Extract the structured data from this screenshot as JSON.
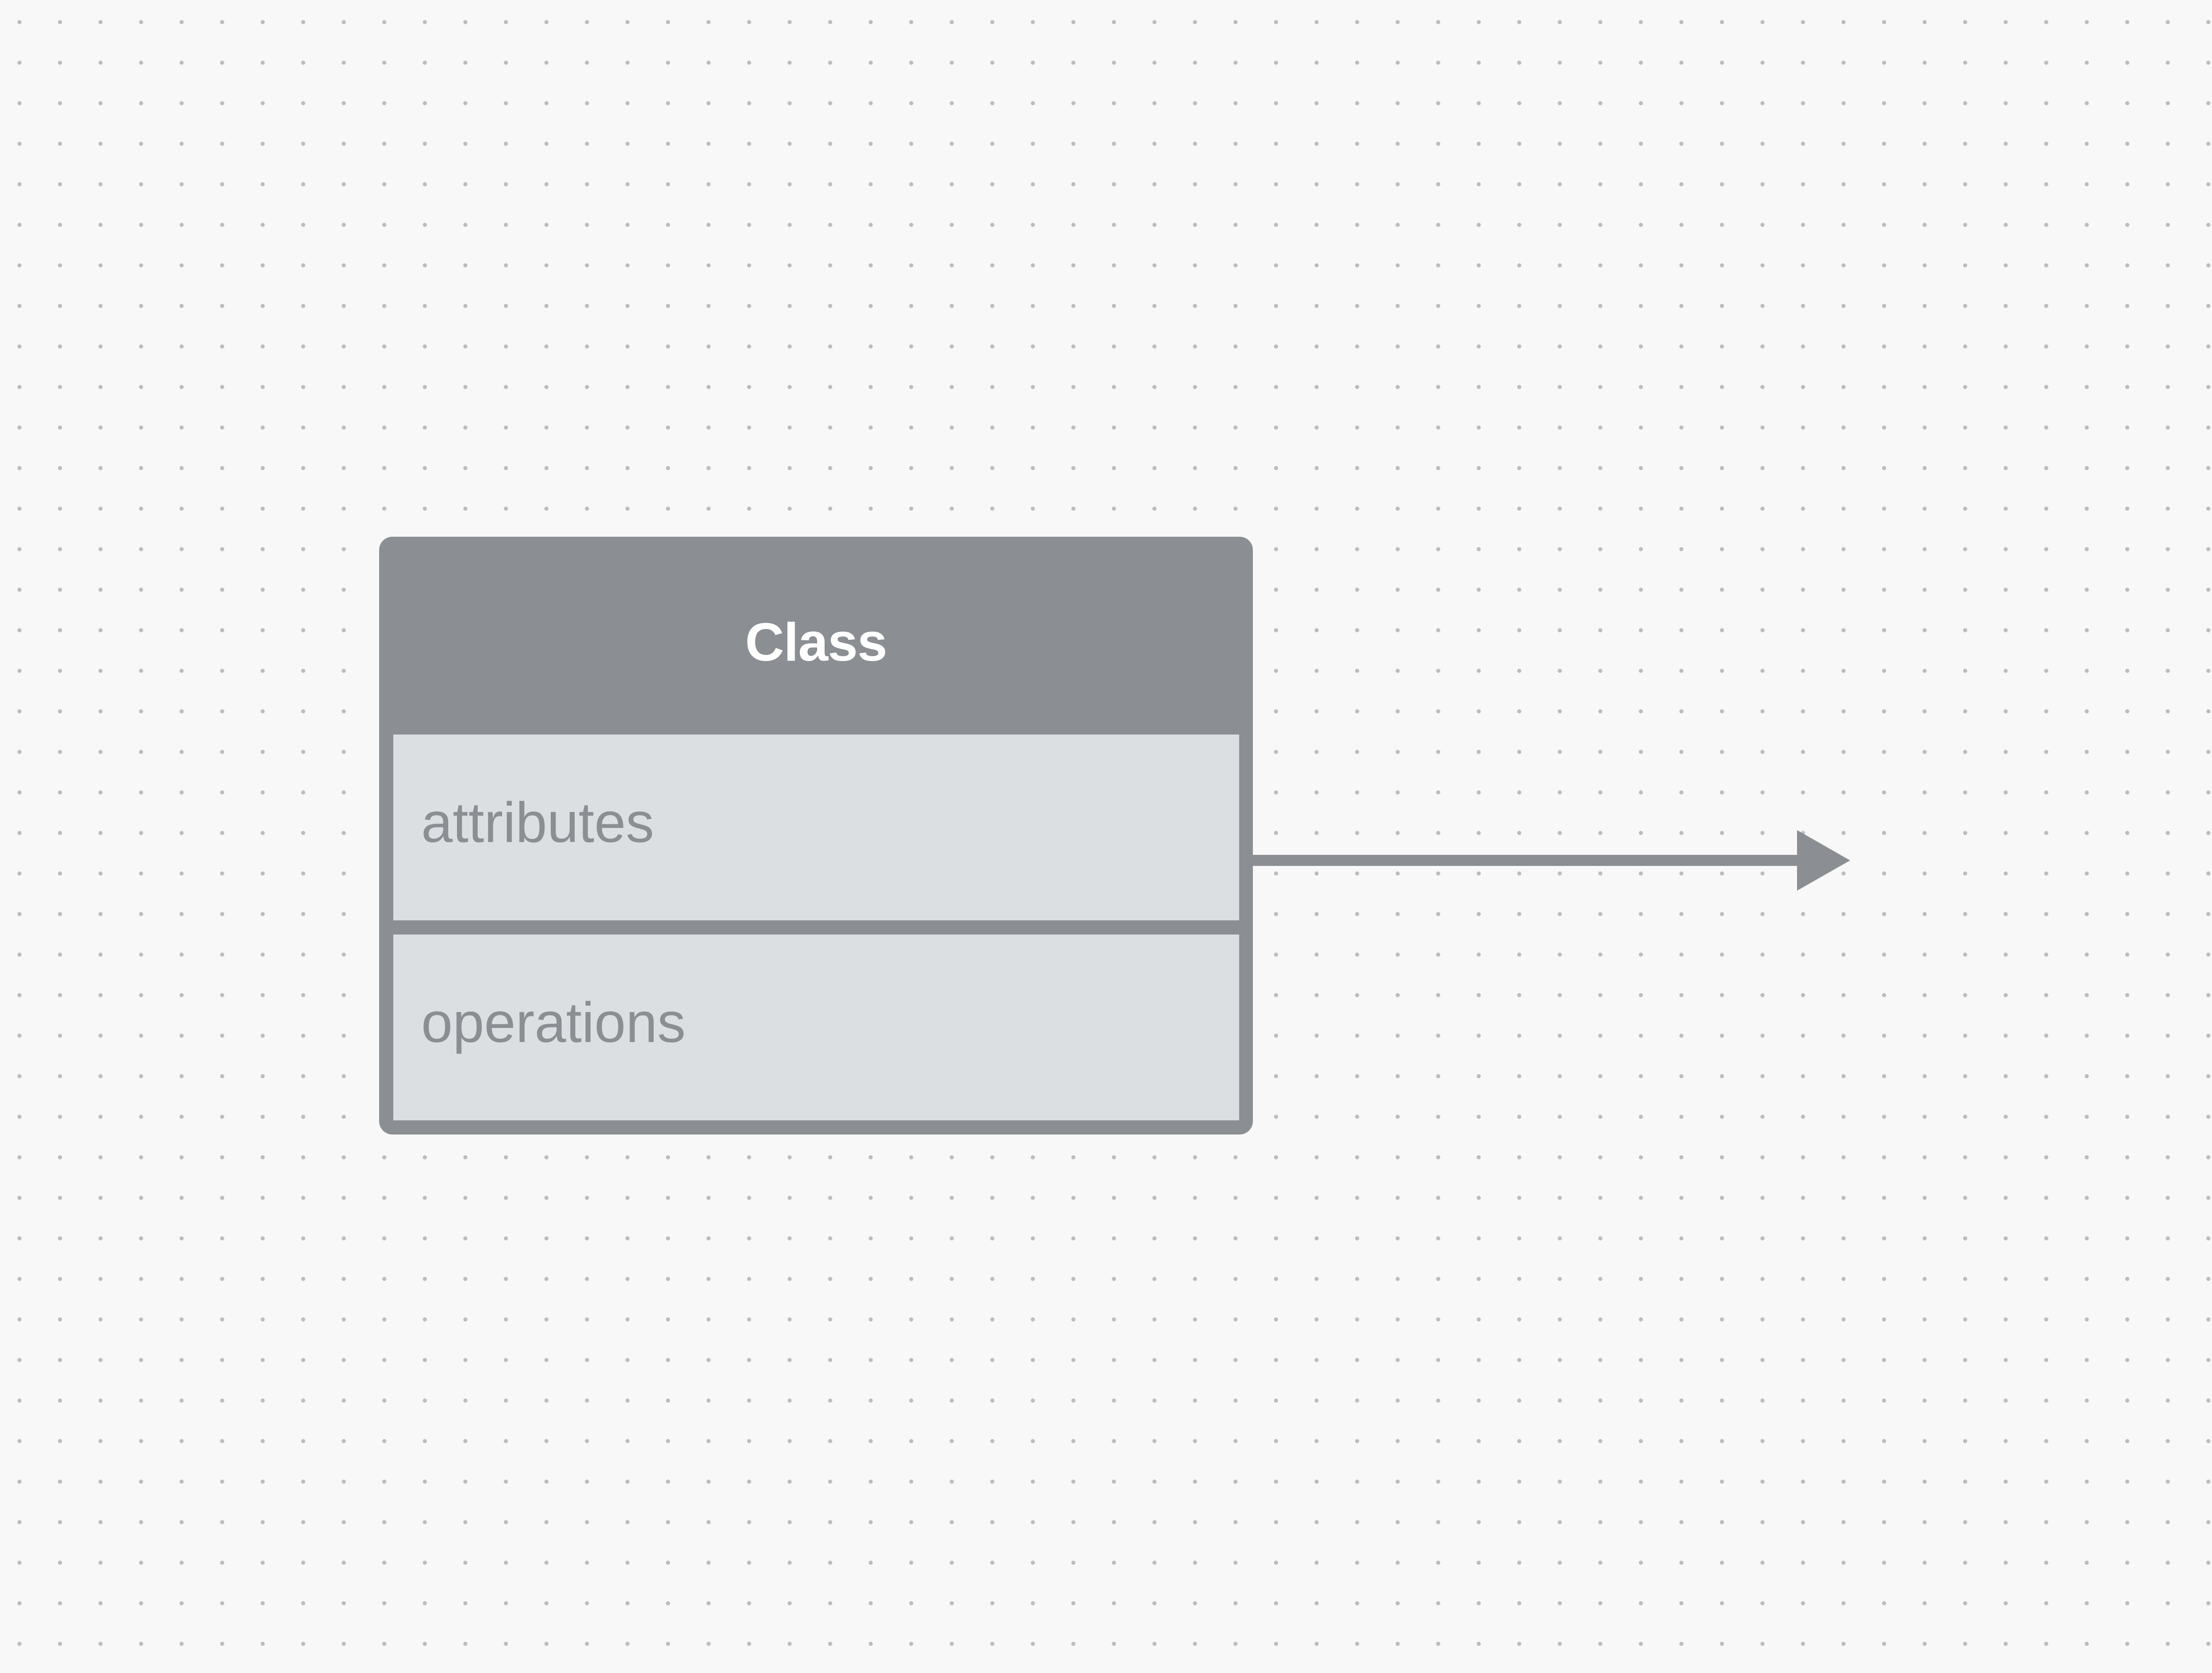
{
  "canvas": {
    "background_color": "#f8f8f8",
    "grid": "dot-grid",
    "dot_color": "#b9bdc2"
  },
  "uml_class": {
    "title": "Class",
    "compartments": [
      {
        "name": "attributes",
        "label": "attributes"
      },
      {
        "name": "operations",
        "label": "operations"
      }
    ],
    "colors": {
      "frame": "#8b8f93",
      "compartment_fill": "#dcdfe2",
      "title_text": "#ffffff",
      "compartment_text": "#8b8f93"
    }
  },
  "connector": {
    "type": "directed-association",
    "direction": "right",
    "arrowhead": "filled-triangle",
    "color": "#8b8f93"
  }
}
